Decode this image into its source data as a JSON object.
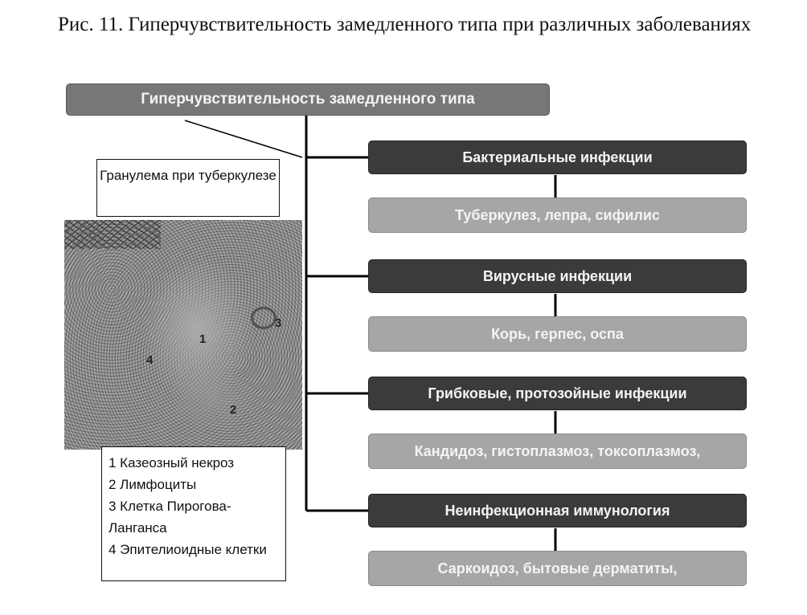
{
  "caption": "Рис. 11. Гиперчувствительность замедленного типа при различных заболеваниях",
  "diagram": {
    "root": "Гиперчувствительность замедленного типа",
    "categories": [
      {
        "label": "Бактериальные инфекции",
        "examples": "Туберкулез, лепра, сифилис"
      },
      {
        "label": "Вирусные инфекции",
        "examples": "Корь, герпес, оспа"
      },
      {
        "label": "Грибковые, протозойные инфекции",
        "examples": "Кандидоз, гистоплазмоз, токсоплазмоз,"
      },
      {
        "label": "Неинфекционная иммунология",
        "examples": "Саркоидоз, бытовые дерматиты,"
      }
    ]
  },
  "figure": {
    "title": "Гранулема при туберкулезе",
    "markers": [
      "1",
      "2",
      "3",
      "4"
    ],
    "legend": [
      "1 Казеозный некроз",
      "2 Лимфоциты",
      "3 Клетка Пирогова-Ланганса",
      "4 Эпителиоидные клетки"
    ]
  }
}
